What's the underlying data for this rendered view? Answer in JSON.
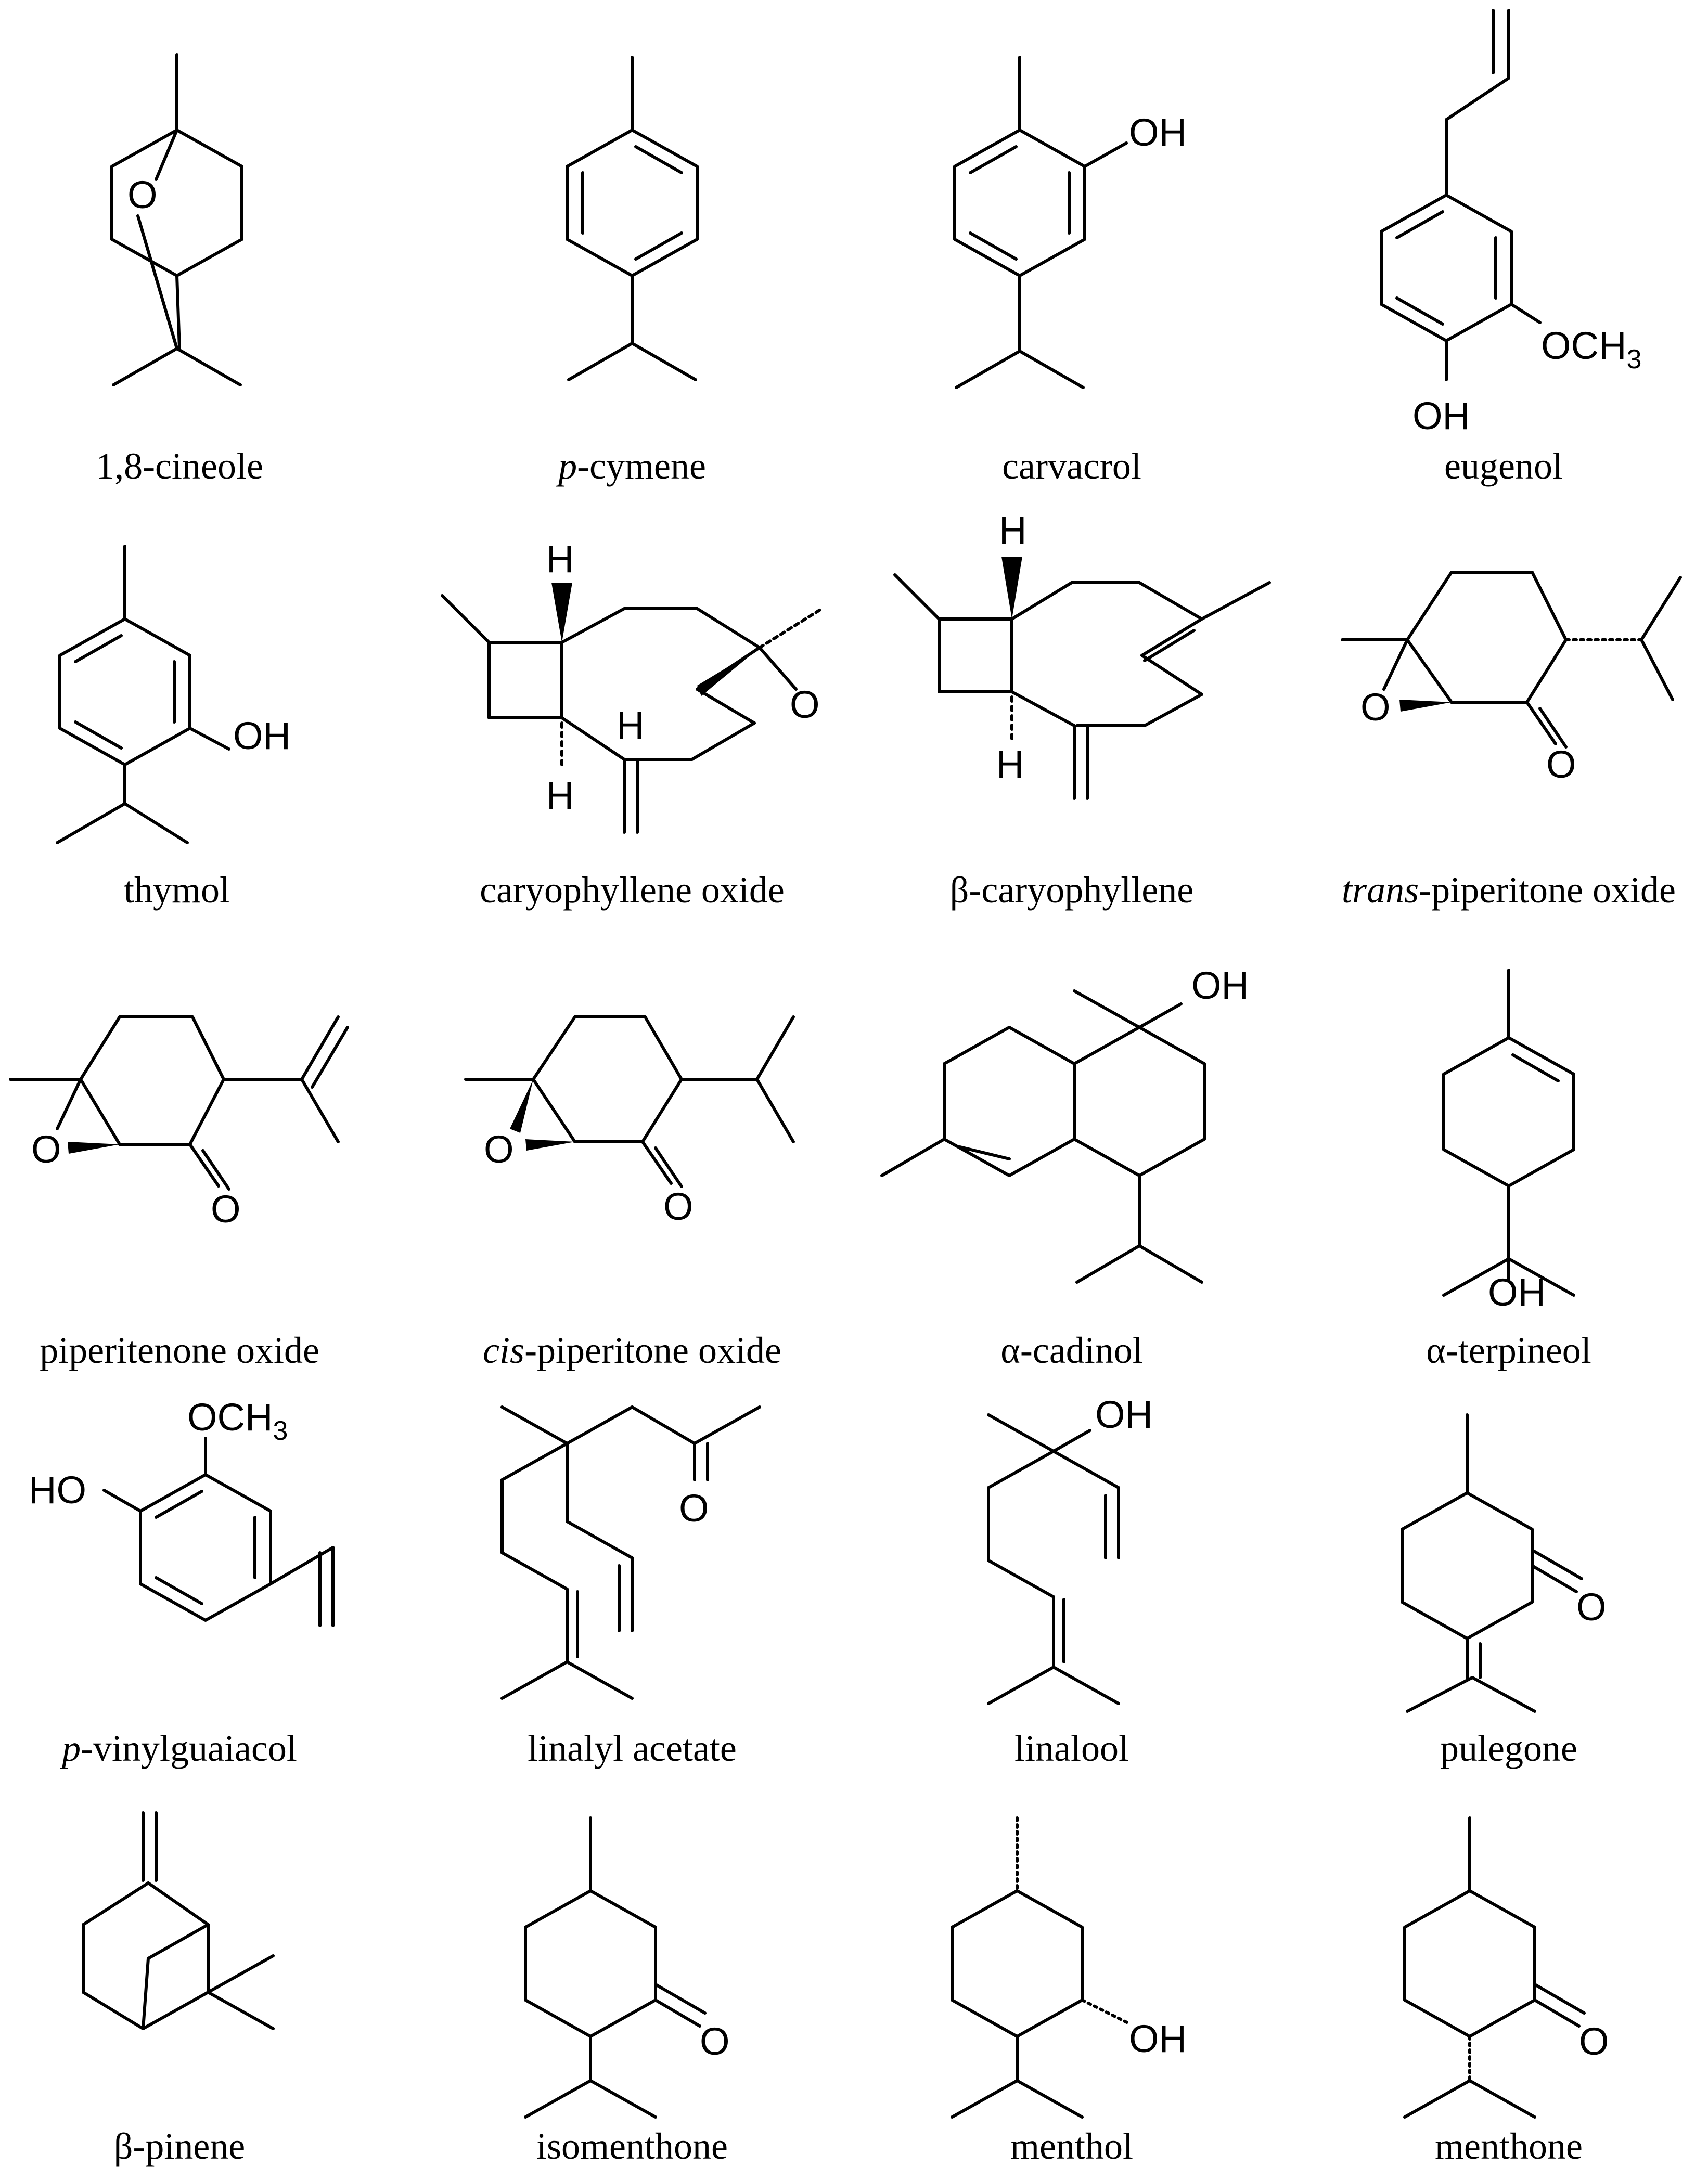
{
  "compounds": [
    {
      "id": "cineole",
      "name": "1,8-cineole"
    },
    {
      "id": "cymene",
      "prefix": "p",
      "name": "-cymene"
    },
    {
      "id": "carvacrol",
      "name": "carvacrol"
    },
    {
      "id": "eugenol",
      "name": "eugenol"
    },
    {
      "id": "thymol",
      "name": "thymol"
    },
    {
      "id": "caryophyllene-oxide",
      "name": "caryophyllene oxide"
    },
    {
      "id": "beta-caryophyllene",
      "name": "β-caryophyllene"
    },
    {
      "id": "trans-piperitone-oxide",
      "prefix": "trans",
      "name": "-piperitone oxide"
    },
    {
      "id": "piperitenone-oxide",
      "name": "piperitenone oxide"
    },
    {
      "id": "cis-piperitone-oxide",
      "prefix": "cis",
      "name": "-piperitone oxide"
    },
    {
      "id": "alpha-cadinol",
      "name": "α-cadinol"
    },
    {
      "id": "alpha-terpineol",
      "name": "α-terpineol"
    },
    {
      "id": "vinylguaiacol",
      "prefix": "p",
      "name": "-vinylguaiacol"
    },
    {
      "id": "linalyl-acetate",
      "name": "linalyl acetate"
    },
    {
      "id": "linalool",
      "name": "linalool"
    },
    {
      "id": "pulegone",
      "name": "pulegone"
    },
    {
      "id": "beta-pinene",
      "name": "β-pinene"
    },
    {
      "id": "isomenthone",
      "name": "isomenthone"
    },
    {
      "id": "menthol",
      "name": "menthol"
    },
    {
      "id": "menthone",
      "name": "menthone"
    }
  ],
  "atoms": {
    "O": "O",
    "OH": "OH",
    "H": "H",
    "OCH": "OCH",
    "three": "3",
    "HO": "HO"
  }
}
